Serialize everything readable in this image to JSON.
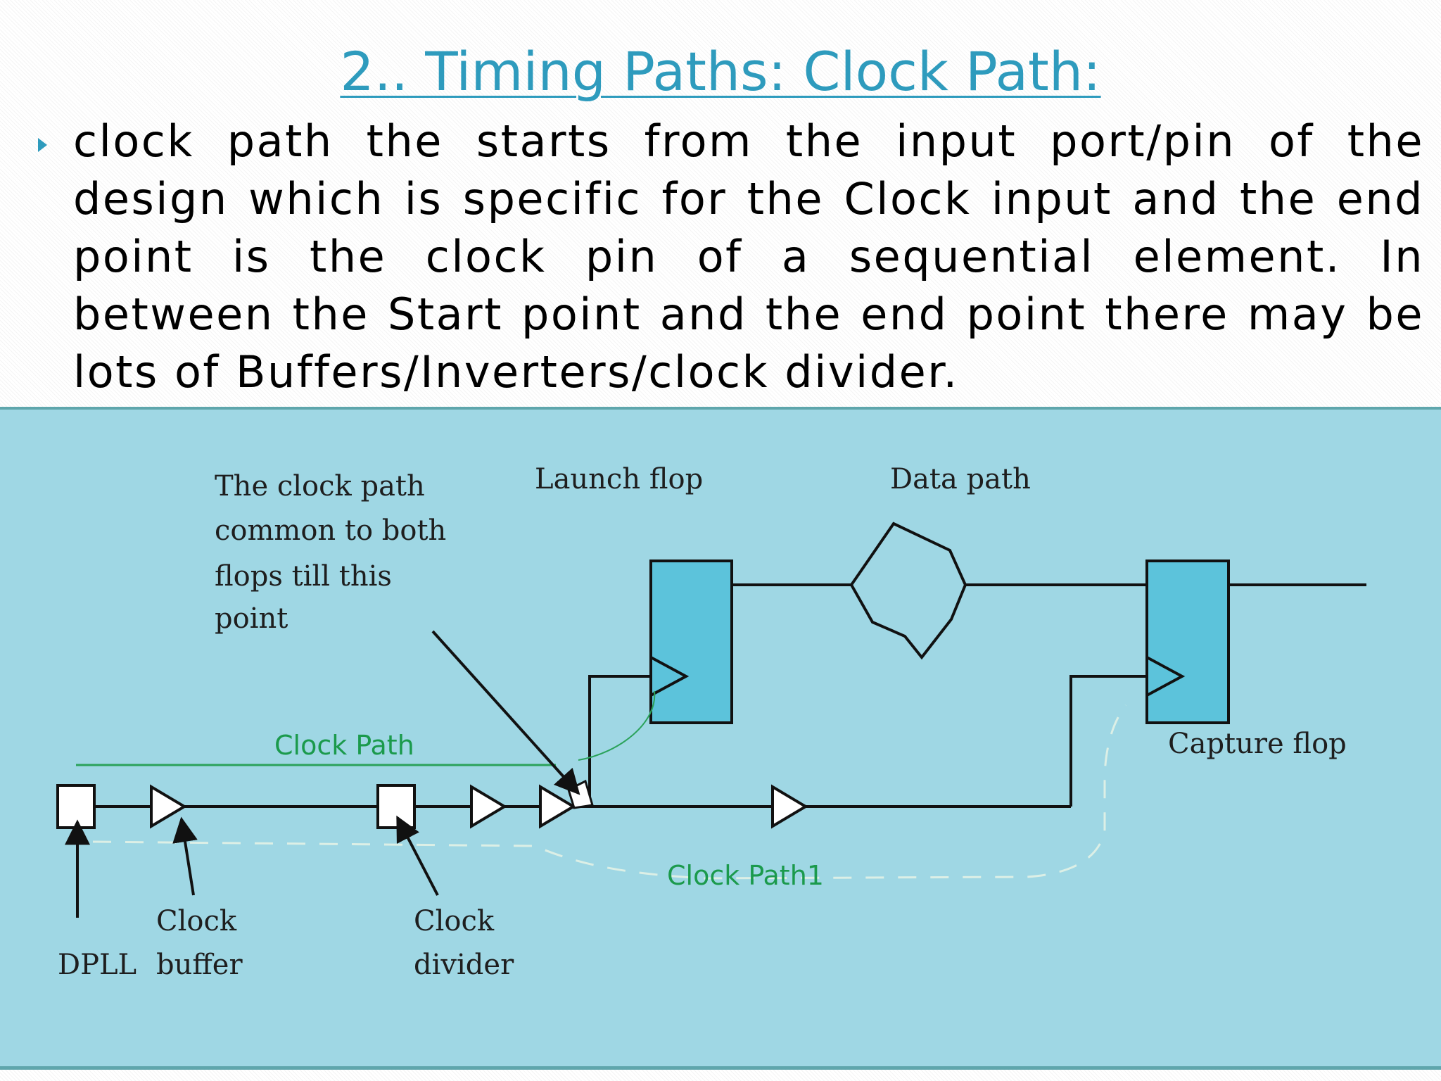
{
  "title": "2.. Timing Paths: Clock Path:",
  "bullet": {
    "text": "clock path the starts from the input port/pin of the design which is specific for the Clock input and the end point is the clock pin of a sequential element. In between the Start point and the end point there may be lots of Buffers/Inverters/clock divider."
  },
  "diagram": {
    "labels": {
      "common_line1": "The clock path",
      "common_line2": "common to both",
      "common_line3": "flops till this",
      "common_line4": "point",
      "launch_flop": "Launch flop",
      "data_path": "Data path",
      "clock_path": "Clock Path",
      "capture_flop": "Capture flop",
      "clock_path1": "Clock Path1",
      "buffer_line1": "Clock",
      "buffer_line2": "buffer",
      "divider_line1": "Clock",
      "divider_line2": "divider",
      "dpll": "DPLL"
    },
    "colors": {
      "background": "#9fd7e4",
      "flop_fill": "#5cc3db",
      "wire": "#111111",
      "clock_path_green": "#1b9a4c"
    }
  }
}
